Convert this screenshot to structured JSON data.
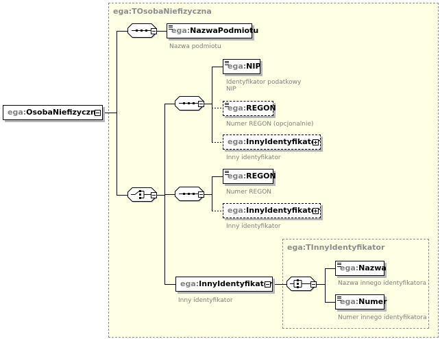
{
  "diagram": {
    "root": {
      "prefix": "ega:",
      "name": "OsobaNiefizyczna"
    },
    "type_outer": {
      "label": "ega:TOsobaNiefizyczna"
    },
    "type_inner": {
      "label": "ega:TInnyIdentyfikator"
    },
    "elements": {
      "nazwa_podmiotu": {
        "prefix": "ega:",
        "name": "NazwaPodmiotu",
        "doc": "Nazwa podmiotu"
      },
      "nip": {
        "prefix": "ega:",
        "name": "NIP",
        "doc1": "Identyfikator podatkowy",
        "doc2": "NIP"
      },
      "regon_opt": {
        "prefix": "ega:",
        "name": "REGON",
        "doc": "Numer REGON (opcjonalnie)"
      },
      "inny_opt1": {
        "prefix": "ega:",
        "name": "InnyIdentyfikator",
        "doc": "Inny identyfikator"
      },
      "regon": {
        "prefix": "ega:",
        "name": "REGON",
        "doc": "Numer REGON"
      },
      "inny_opt2": {
        "prefix": "ega:",
        "name": "InnyIdentyfikator",
        "doc": "Inny identyfikator"
      },
      "inny": {
        "prefix": "ega:",
        "name": "InnyIdentyfikator",
        "doc": "Inny identyfikator"
      },
      "nazwa": {
        "prefix": "ega:",
        "name": "Nazwa",
        "doc": "Nazwa innego identyfikatora"
      },
      "numer": {
        "prefix": "ega:",
        "name": "Numer",
        "doc": "Numer innego identyfikatora"
      }
    },
    "colors": {
      "type_fill": "#FFFFE3",
      "border_gray": "#8C8C8C",
      "prefix_gray": "#7F7F7F"
    },
    "icons": [
      "sequence-compositor-icon",
      "choice-compositor-icon",
      "expand-icon",
      "collapse-icon"
    ]
  }
}
